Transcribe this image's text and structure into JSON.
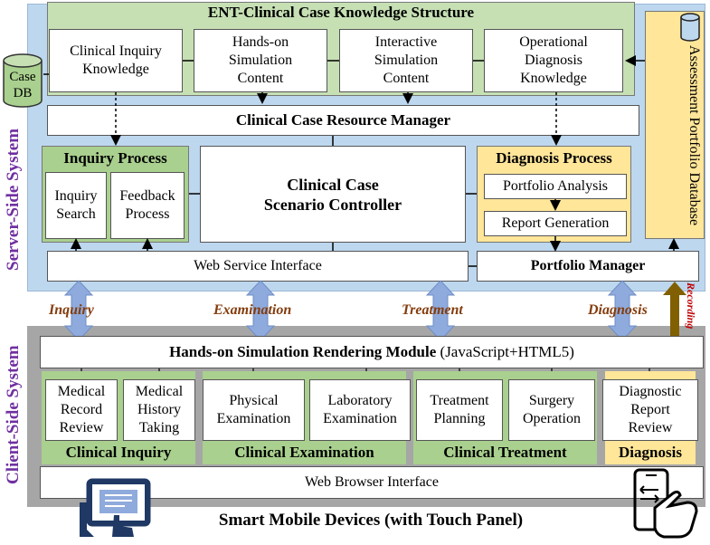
{
  "server": {
    "side_label": "Server-Side System",
    "knowledge_structure": {
      "title": "ENT-Clinical Case Knowledge Structure",
      "items": [
        "Clinical Inquiry Knowledge",
        "Hands-on Simulation Content",
        "Interactive Simulation Content",
        "Operational Diagnosis Knowledge"
      ]
    },
    "case_db": "Case DB",
    "assessment_db": "Assessment Portfolio Database",
    "resource_manager": "Clinical Case Resource Manager",
    "inquiry_process": {
      "title": "Inquiry Process",
      "items": [
        "Inquiry Search",
        "Feedback Process"
      ]
    },
    "scenario_controller": "Clinical Case Scenario Controller",
    "diagnosis_process": {
      "title": "Diagnosis Process",
      "items": [
        "Portfolio Analysis",
        "Report Generation"
      ]
    },
    "web_service": "Web Service Interface",
    "portfolio_manager": "Portfolio Manager"
  },
  "flows": {
    "inquiry": "Inquiry",
    "examination": "Examination",
    "treatment": "Treatment",
    "diagnosis": "Diagnosis",
    "recording": "Recording"
  },
  "client": {
    "side_label": "Client-Side System",
    "rendering_module_bold": "Hands-on Simulation Rendering Module",
    "rendering_module_tech": "(JavaScript+HTML5)",
    "groups": [
      {
        "name": "Clinical Inquiry",
        "items": [
          "Medical Record Review",
          "Medical History Taking"
        ]
      },
      {
        "name": "Clinical Examination",
        "items": [
          "Physical Examination",
          "Laboratory Examination"
        ]
      },
      {
        "name": "Clinical Treatment",
        "items": [
          "Treatment Planning",
          "Surgery Operation"
        ]
      },
      {
        "name": "Diagnosis",
        "items": [
          "Diagnostic Report Review"
        ]
      }
    ],
    "web_browser": "Web Browser Interface"
  },
  "footer": "Smart Mobile Devices (with Touch Panel)",
  "colors": {
    "server_bg": "#bdd7ee",
    "client_bg": "#a6a6a6",
    "green": "#a9d08e",
    "peach": "#ffe699",
    "arrow_blue": "#8faadc",
    "side_label": "#7030a0",
    "flow_label": "#843c0c"
  }
}
